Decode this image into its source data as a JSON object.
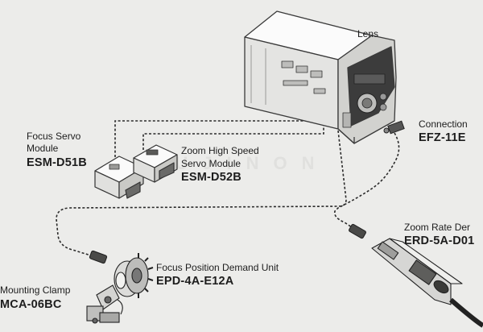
{
  "labels": {
    "lens": {
      "name": "Lens"
    },
    "connection": {
      "name": "Connection",
      "code": "EFZ-11E"
    },
    "focus_servo": {
      "name_line1": "Focus Servo",
      "name_line2": "Module",
      "code": "ESM-D51B"
    },
    "zoom_servo": {
      "name_line1": "Zoom High Speed",
      "name_line2": "Servo Module",
      "code": "ESM-D52B"
    },
    "zoom_rate": {
      "name": "Zoom Rate Der",
      "code": "ERD-5A-D01"
    },
    "focus_position": {
      "name": "Focus Position Demand Unit",
      "code": "EPD-4A-E12A"
    },
    "mounting_clamp": {
      "name": "Mounting Clamp",
      "code": "MCA-06BC"
    }
  },
  "watermark": "FUJINON"
}
